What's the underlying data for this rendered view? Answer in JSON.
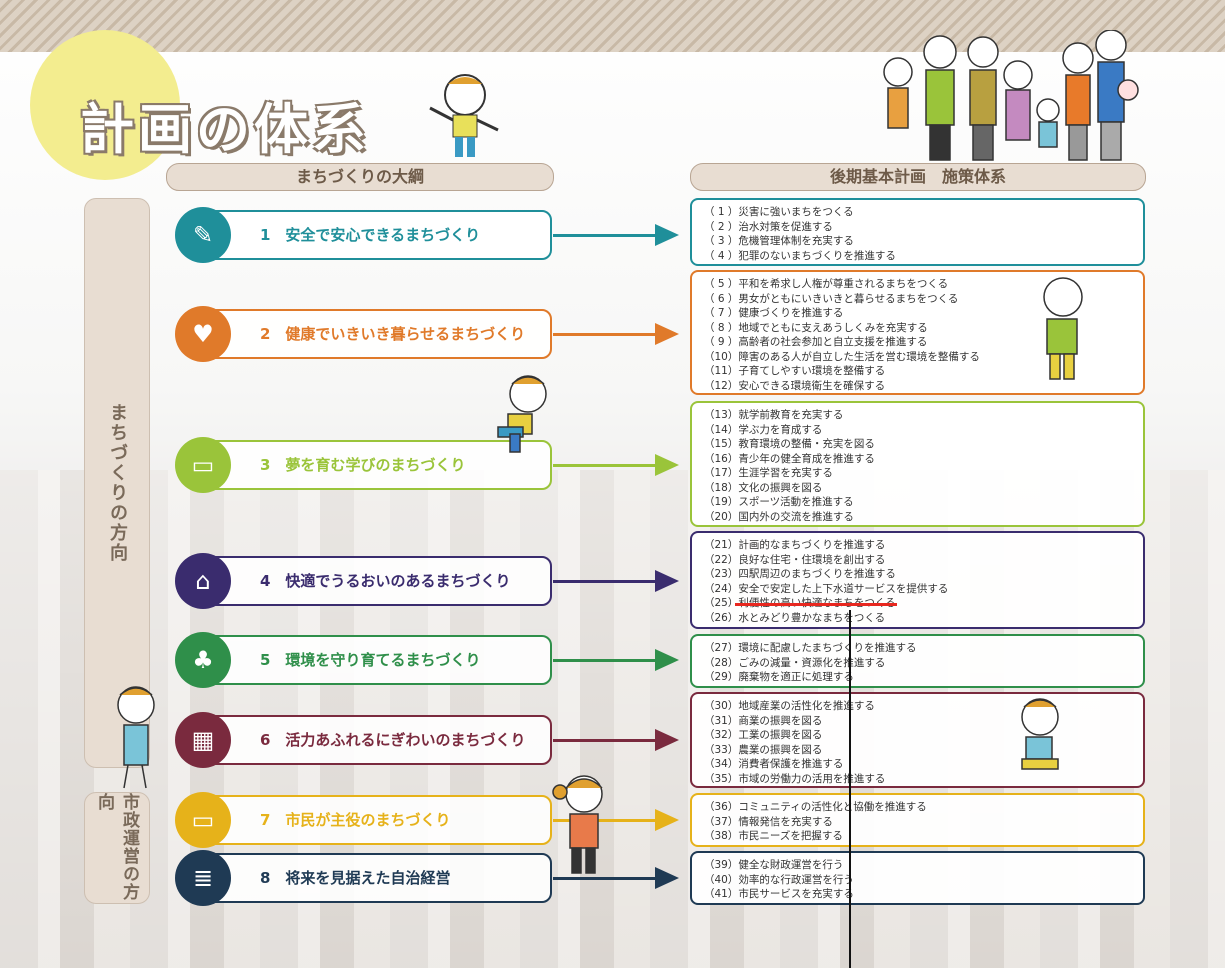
{
  "title": "計画の体系",
  "headers": {
    "left": "まちづくりの大綱",
    "right": "後期基本計画　施策体系"
  },
  "side_labels": {
    "direction": "まちづくりの方向",
    "admin": "市政運営の方向"
  },
  "colors": {
    "c1": "#1f8f9a",
    "c2": "#e07a2a",
    "c3": "#9ac43a",
    "c4": "#3a2c6e",
    "c5": "#2f8f4a",
    "c6": "#7a2a3e",
    "c7": "#e6b21a",
    "c8": "#1f3a54",
    "highlight": "#e8271f"
  },
  "icons": [
    "flashlight-icon",
    "heart-hand-icon",
    "book-icon",
    "house-icon",
    "tree-icon",
    "building-icon",
    "monitor-icon",
    "document-icon"
  ],
  "pillars": [
    {
      "label": "1　安全で安心できるまちづくり",
      "items": [
        "（ 1 ）災害に強いまちをつくる",
        "（ 2 ）治水対策を促進する",
        "（ 3 ）危機管理体制を充実する",
        "（ 4 ）犯罪のないまちづくりを推進する"
      ]
    },
    {
      "label": "2　健康でいきいき暮らせるまちづくり",
      "items": [
        "（ 5 ）平和を希求し人権が尊重されるまちをつくる",
        "（ 6 ）男女がともにいきいきと暮らせるまちをつくる",
        "（ 7 ）健康づくりを推進する",
        "（ 8 ）地域でともに支えあうしくみを充実する",
        "（ 9 ）高齢者の社会参加と自立支援を推進する",
        "（10）障害のある人が自立した生活を営む環境を整備する",
        "（11）子育てしやすい環境を整備する",
        "（12）安心できる環境衛生を確保する"
      ]
    },
    {
      "label": "3　夢を育む学びのまちづくり",
      "items": [
        "（13）就学前教育を充実する",
        "（14）学ぶ力を育成する",
        "（15）教育環境の整備・充実を図る",
        "（16）青少年の健全育成を推進する",
        "（17）生涯学習を充実する",
        "（18）文化の振興を図る",
        "（19）スポーツ活動を推進する",
        "（20）国内外の交流を推進する"
      ]
    },
    {
      "label": "4　快適でうるおいのあるまちづくり",
      "items": [
        "（21）計画的なまちづくりを推進する",
        "（22）良好な住宅・住環境を創出する",
        "（23）四駅周辺のまちづくりを推進する",
        "（24）安全で安定した上下水道サービスを提供する",
        "（25）利便性の高い快適なまちをつくる",
        "（26）水とみどり豊かなまちをつくる"
      ]
    },
    {
      "label": "5　環境を守り育てるまちづくり",
      "items": [
        "（27）環境に配慮したまちづくりを推進する",
        "（28）ごみの減量・資源化を推進する",
        "（29）廃棄物を適正に処理する"
      ]
    },
    {
      "label": "6　活力あふれるにぎわいのまちづくり",
      "items": [
        "（30）地域産業の活性化を推進する",
        "（31）商業の振興を図る",
        "（32）工業の振興を図る",
        "（33）農業の振興を図る",
        "（34）消費者保護を推進する",
        "（35）市域の労働力の活用を推進する"
      ]
    },
    {
      "label": "7　市民が主役のまちづくり",
      "items": [
        "（36）コミュニティの活性化と協働を推進する",
        "（37）情報発信を充実する",
        "（38）市民ニーズを把握する"
      ]
    },
    {
      "label": "8　将来を見据えた自治経営",
      "items": [
        "（39）健全な財政運営を行う",
        "（40）効率的な行政運営を行う",
        "（41）市民サービスを充実する"
      ]
    }
  ]
}
